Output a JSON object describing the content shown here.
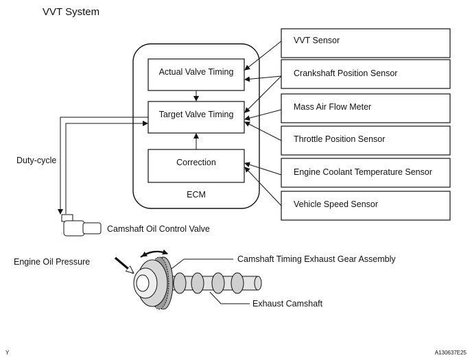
{
  "title": "VVT System",
  "ecm": {
    "label": "ECM",
    "blocks": {
      "actual": "Actual Valve Timing",
      "target": "Target Valve Timing",
      "correction": "Correction"
    }
  },
  "sensors": [
    "VVT Sensor",
    "Crankshaft Position Sensor",
    "Mass Air Flow Meter",
    "Throttle Position Sensor",
    "Engine Coolant Temperature Sensor",
    "Vehicle Speed Sensor"
  ],
  "labels": {
    "duty_cycle": "Duty-cycle",
    "ocv": "Camshaft Oil Control Valve",
    "oil_pressure": "Engine Oil Pressure",
    "gear": "Camshaft Timing Exhaust Gear Assembly",
    "camshaft": "Exhaust Camshaft"
  },
  "footer": {
    "left": "Y",
    "code": "A130637E25"
  }
}
